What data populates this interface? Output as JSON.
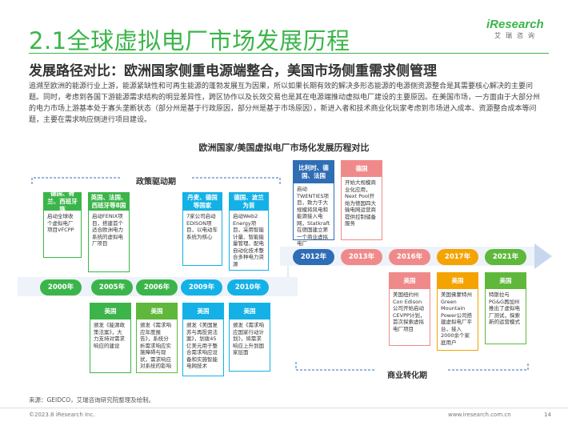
{
  "title": "2.1全球虚拟电厂市场发展历程",
  "subtitle": "发展路径对比：欧洲国家侧重电源端整合，美国市场侧重需求侧管理",
  "body": "追溯至欧洲的能源行业上游，能源紧缺性和可再生能源的蓬勃发展互为因果，所以如果长期有效的解决多形态能源的电源侧资源整合是其需要核心解决的主要问题。同时，考虑到各国下游能源需求结构的明显差异性，跨区协作以及长效交易也是其在电源端推动虚拟电厂建设的主要原因。在美国市场，一方面由于大部分州的电力市场上游基本处于寡头垄断状态（部分州是基于行政原因，部分州是基于市场原因），新进入者和技术商业化玩家考虑到市场进入成本、资源整合成本等问题，主要在需求响应侧进行项目建设。",
  "chart_title": "欧洲国家/美国虚拟电厂市场化发展历程对比",
  "logo": {
    "main": "iResearch",
    "sub": "艾瑞咨询"
  },
  "labels": {
    "policy": "政策驱动期",
    "commerce": "商业转化期"
  },
  "colors": {
    "green": "#3bb54a",
    "cyan": "#14b1e7",
    "blue": "#2f6db5",
    "pink": "#f08a8a",
    "orange": "#f4a300",
    "olive": "#5fb83b"
  },
  "years": [
    "2000年",
    "2005年",
    "2006年",
    "2009年",
    "2010年",
    "2012年",
    "2013年",
    "2016年",
    "2017年",
    "2021年"
  ],
  "top_cards": [
    {
      "head": "德国、荷兰、西班牙等",
      "body": "启动全球收个虚拟电厂项目VFCPP"
    },
    {
      "head": "英国、法国、西班牙等8国",
      "body": "启动FENIX项目，搭建首个适合欧洲电力系统的虚拟电厂项目"
    },
    {
      "head": "丹麦、德国等国家",
      "body": "7家公司启动EDISON项目，以电动车系统为核心"
    },
    {
      "head": "德国、波兰为首",
      "body": "启动Web2 Energy项目，采用智能计量、智能能量管理、配电自动化技术整合多种电力资源"
    },
    {
      "head": "比利时、德国、法国",
      "body": "启动TWENTIES项目，致力于大规模将风电和能源接入电网，Statkraft在德国建立第一个商业虚拟电厂"
    },
    {
      "head": "德国",
      "body": "开始大规模商业化应用，Next Pool开始为德国四大输电网运营商提供控制储备服务"
    }
  ],
  "bottom_cards": [
    {
      "head": "美国",
      "body": "颁发《能源政策法案》，大力支持对需求响应的建设"
    },
    {
      "head": "美国",
      "body": "颁发《需求响应年度报告》，系统分析需求响应实施障碍与现状，需求响应对系统的影响"
    },
    {
      "head": "美国",
      "body": "颁发《美国复苏与再投资法案》，划拨45亿美元用于整合需求响应设备和实施智能电网技术"
    },
    {
      "head": "美国",
      "body": "颁发《需求响应国家行动计划》，将需求响应上升到国家层面"
    },
    {
      "head": "美国",
      "body": "美国纽约州Con Edison公司开始启动CEVPP计划，首次探索虚拟电厂项目"
    },
    {
      "head": "美国",
      "body": "美国佛蒙特州Green Mountain Power公司搭建虚拟电厂平台，接入2000余个家庭用户"
    },
    {
      "head": "美国",
      "body": "特斯拉与PG&G再加州推出了虚拟电厂测试，探索新的运营模式"
    }
  ],
  "source": "来源：GEIDCO，艾瑞咨询研究院整理及绘制。",
  "footer_left": "©2023.8 iResearch Inc.",
  "footer_right": "www.iresearch.com.cn",
  "page": "14"
}
